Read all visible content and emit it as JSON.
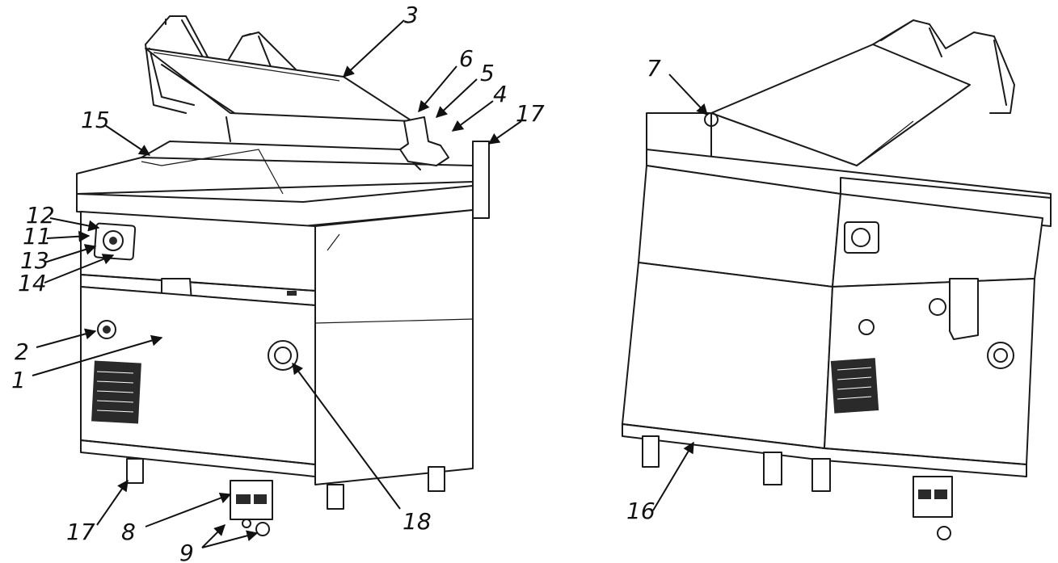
{
  "callouts": {
    "c1": "1",
    "c2": "2",
    "c3": "3",
    "c4": "4",
    "c5": "5",
    "c6": "6",
    "c7": "7",
    "c8": "8",
    "c9": "9",
    "c11": "11",
    "c12": "12",
    "c13": "13",
    "c14": "14",
    "c15": "15",
    "c16": "16",
    "c17a": "17",
    "c17b": "17",
    "c18": "18"
  }
}
